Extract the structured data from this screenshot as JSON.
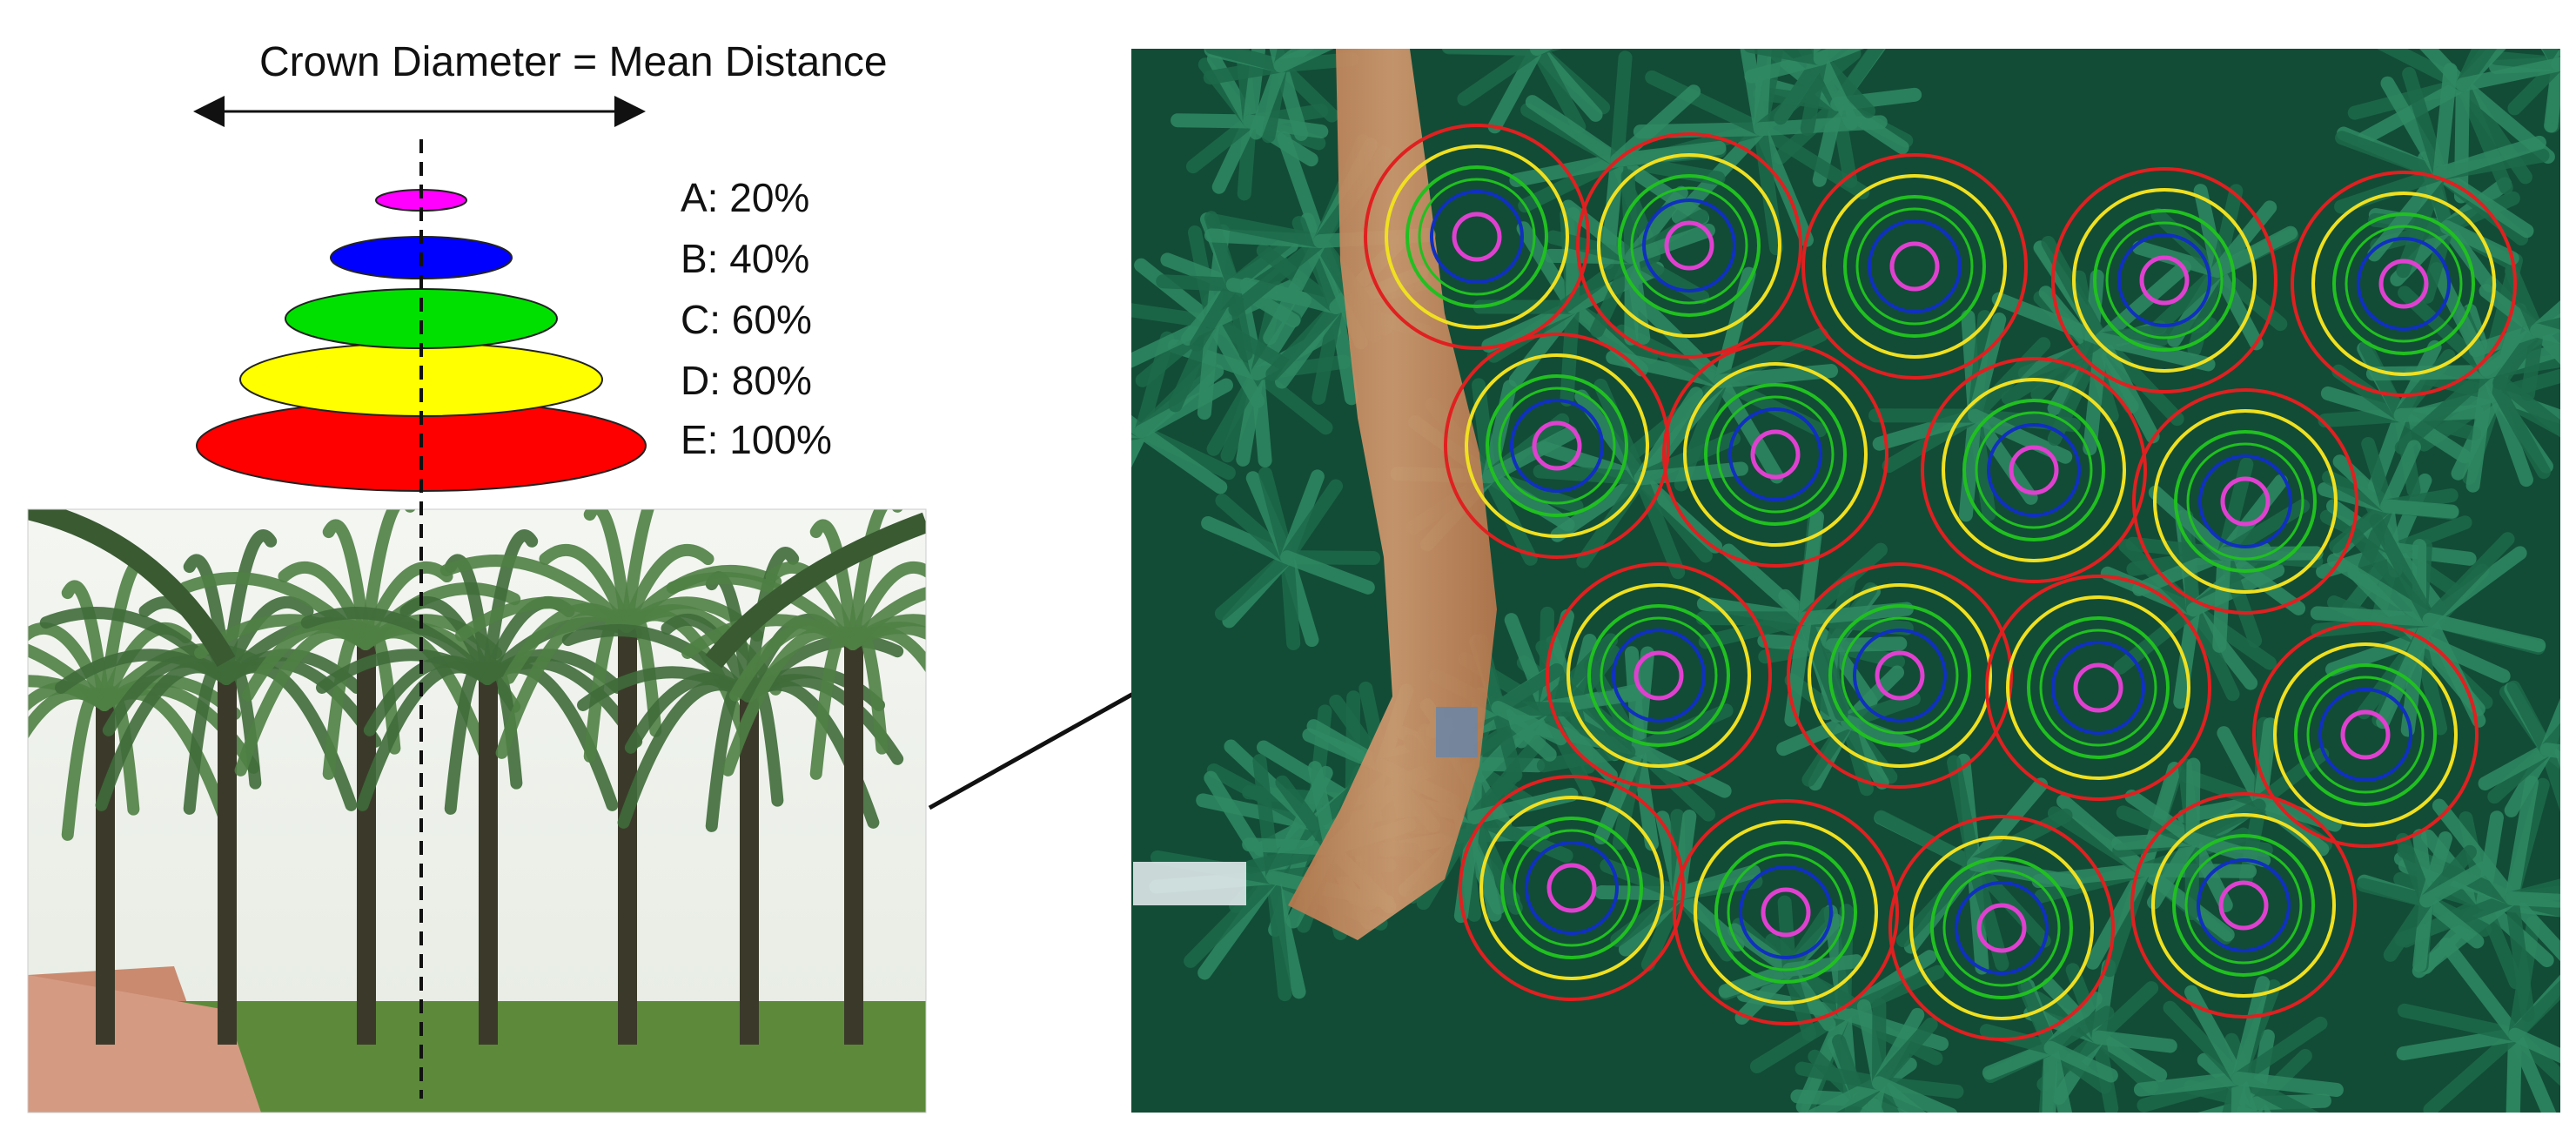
{
  "diagram": {
    "title": "Crown Diameter = Mean Distance",
    "levels": [
      {
        "label": "A: 20%",
        "color": "#ff00ff",
        "fraction": 0.2
      },
      {
        "label": "B: 40%",
        "color": "#0000ff",
        "fraction": 0.4
      },
      {
        "label": "C: 60%",
        "color": "#00e000",
        "fraction": 0.6
      },
      {
        "label": "D: 80%",
        "color": "#ffff00",
        "fraction": 0.8
      },
      {
        "label": "E: 100%",
        "color": "#ff0000",
        "fraction": 1.0
      }
    ]
  },
  "colors": {
    "ring_magenta": "#e040d0",
    "ring_blue": "#1030c0",
    "ring_green": "#20c020",
    "ring_yellow": "#f0e020",
    "ring_red": "#e02020",
    "canopy_dark": "#0f4a34",
    "road": "#c98a60"
  }
}
